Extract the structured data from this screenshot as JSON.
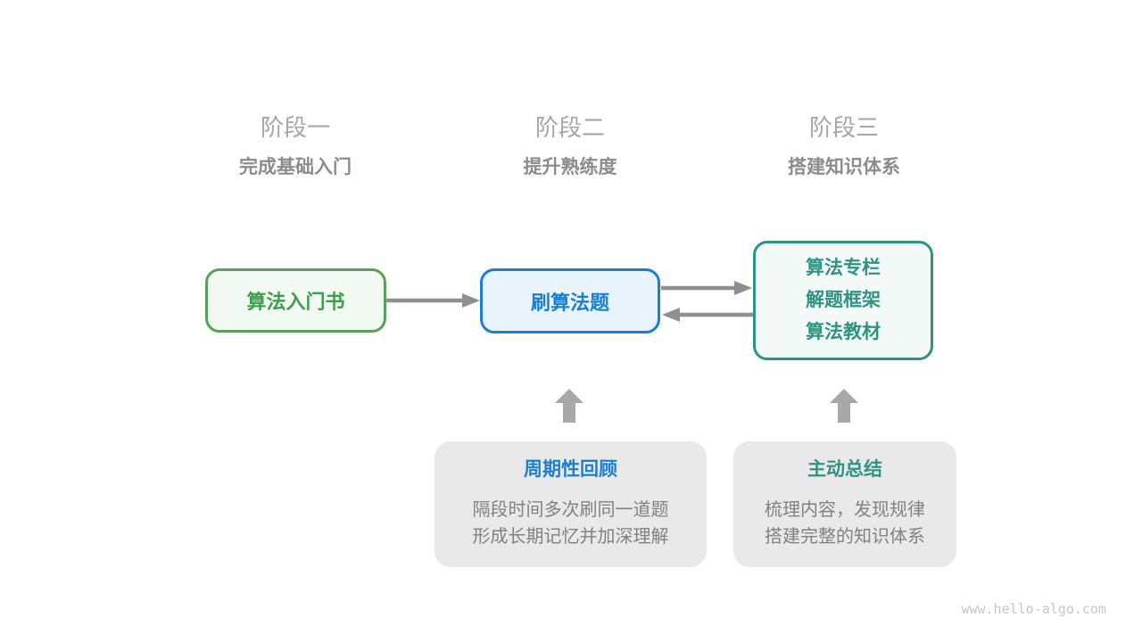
{
  "stages": [
    {
      "label": "阶段一",
      "subtitle": "完成基础入门"
    },
    {
      "label": "阶段二",
      "subtitle": "提升熟练度"
    },
    {
      "label": "阶段三",
      "subtitle": "搭建知识体系"
    }
  ],
  "flow": {
    "intro_book": {
      "label": "算法入门书"
    },
    "practice": {
      "label": "刷算法题"
    },
    "resources": {
      "lines": [
        "算法专栏",
        "解题框架",
        "算法教材"
      ]
    }
  },
  "callouts": [
    {
      "title": "周期性回顾",
      "line1": "隔段时间多次刷同一道题",
      "line2": "形成长期记忆并加深理解"
    },
    {
      "title": "主动总结",
      "line1": "梳理内容，发现规律",
      "line2": "搭建完整的知识体系"
    }
  ],
  "watermark": "www.hello-algo.com",
  "colors": {
    "stage_label": "#a6a6a6",
    "stage_subtitle": "#8c8c8c",
    "green_border": "#5a9e5c",
    "green_text": "#3f9e4e",
    "green_bg": "#f2f9f2",
    "blue_border": "#1680d6",
    "blue_text": "#1680d6",
    "blue_bg": "#e9f3fc",
    "teal_border": "#2e9482",
    "teal_text": "#2e9482",
    "teal_bg": "#f2f9f7",
    "callout_bg": "#e9e9e9",
    "callout_blue_title": "#1b7fd0",
    "callout_teal_title": "#2e9482",
    "body_text": "#818181",
    "arrow": "#8f8f8f",
    "block_arrow": "#a8a8a8",
    "watermark": "#c6c6c6"
  }
}
